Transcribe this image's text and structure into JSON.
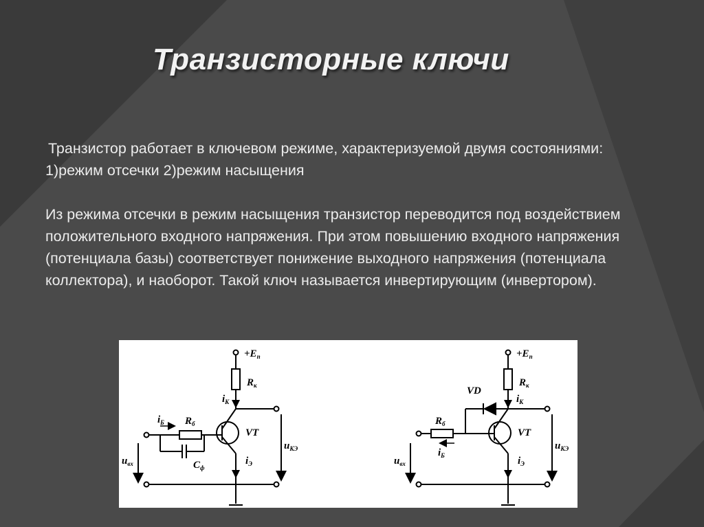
{
  "slide": {
    "title": "Транзисторные ключи",
    "paragraph1": "Транзистор работает в ключевом режиме, характеризуемой двумя состояниями: 1)режим отсечки 2)режим насыщения",
    "paragraph2": "Из режима отсечки в режим насыщения транзистор переводится под воздействием положительного входного напряжения. При этом повышению входного напряжения (потенциала базы) соответствует понижение выходного напряжения (потенциала коллектора), и наоборот. Такой ключ называется инвертирующим (инвертором)."
  },
  "circuit1": {
    "supply": "+E",
    "supply_sub": "п",
    "rk": "R",
    "rk_sub": "к",
    "ik": "i",
    "ik_sub": "К",
    "ib": "i",
    "ib_sub": "Б",
    "rb": "R",
    "rb_sub": "б",
    "vt": "VT",
    "uin": "u",
    "uin_sub": "вх",
    "cf": "C",
    "cf_sub": "ф",
    "ie": "i",
    "ie_sub": "Э",
    "uke": "u",
    "uke_sub": "КЭ"
  },
  "circuit2": {
    "supply": "+E",
    "supply_sub": "п",
    "rk": "R",
    "rk_sub": "к",
    "ik": "i",
    "ik_sub": "К",
    "vd": "VD",
    "rb": "R",
    "rb_sub": "б",
    "vt": "VT",
    "uin": "u",
    "uin_sub": "вх",
    "ib": "i",
    "ib_sub": "Б",
    "ie": "i",
    "ie_sub": "Э",
    "uke": "u",
    "uke_sub": "КЭ"
  },
  "colors": {
    "background": "#4a4a4a",
    "text": "#ececec",
    "accent_shape": "#2f2f2f"
  }
}
